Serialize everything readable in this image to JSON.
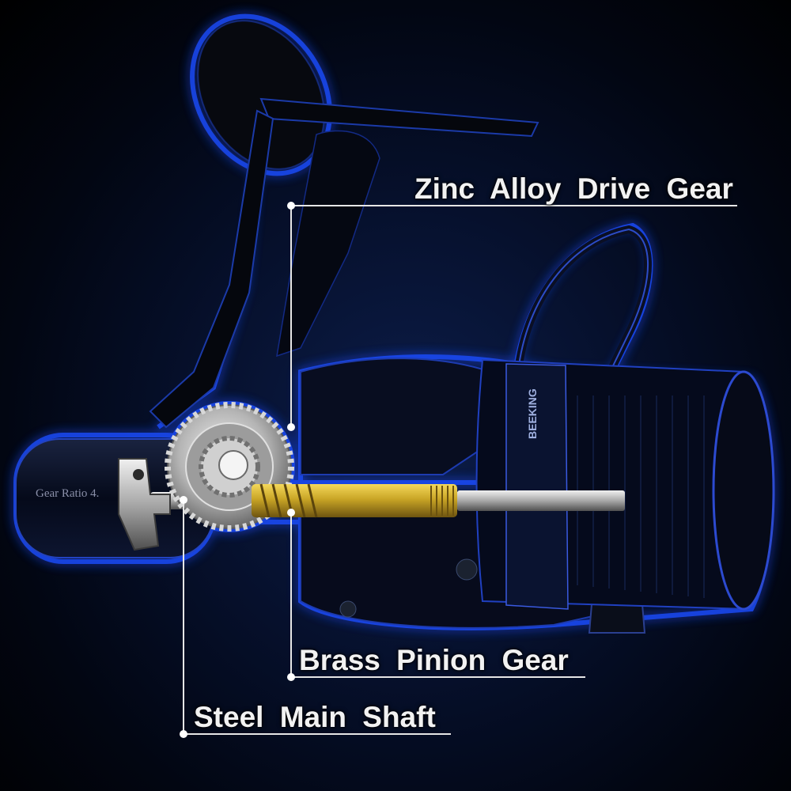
{
  "callouts": {
    "drive_gear": "Zinc  Alloy  Drive  Gear",
    "pinion_gear": "Brass  Pinion  Gear",
    "main_shaft": "Steel  Main  Shaft"
  },
  "reel": {
    "body_text": "Gear Ratio 4.",
    "spool_brand": "BEEKING"
  },
  "colors": {
    "background": "#000000",
    "glow": "#1f4dff",
    "brass": "#c9a526",
    "steel": "#b8b8b8",
    "label": "#f2f2f2",
    "leader_line": "#e6e6e6"
  }
}
